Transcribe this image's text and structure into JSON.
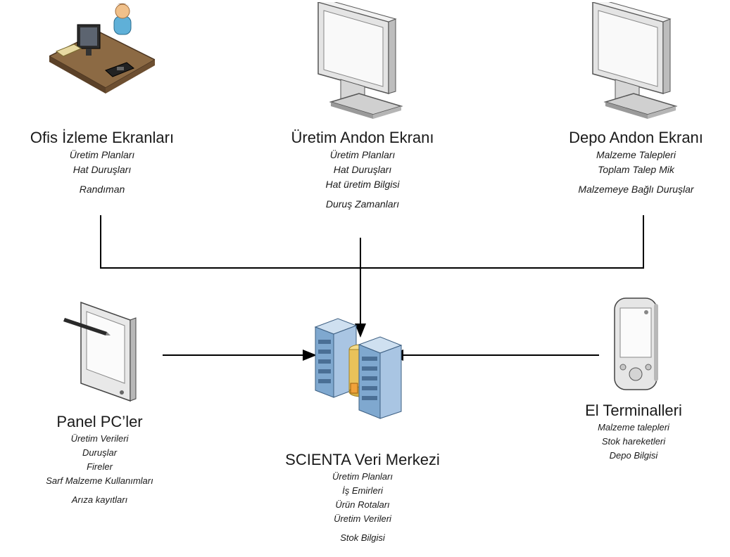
{
  "nodes": {
    "office": {
      "title": "Ofis İzleme Ekranları",
      "items": [
        "Üretim Planları",
        "Hat Duruşları",
        "Randıman"
      ]
    },
    "production_andon": {
      "title": "Üretim Andon Ekranı",
      "items": [
        "Üretim Planları",
        "Hat Duruşları",
        "Hat üretim Bilgisi",
        "Duruş Zamanları"
      ]
    },
    "warehouse_andon": {
      "title": "Depo Andon Ekranı",
      "items": [
        "Malzeme Talepleri",
        "Toplam Talep Mik",
        "Malzemeye Bağlı Duruşlar"
      ]
    },
    "panel_pc": {
      "title": "Panel PC’ler",
      "items": [
        "Üretim Verileri",
        "Duruşlar",
        "Fireler",
        "Sarf Malzeme Kullanımları",
        "Arıza kayıtları"
      ]
    },
    "data_center": {
      "title": "SCIENTA Veri Merkezi",
      "items": [
        "Üretim Planları",
        "İş Emirleri",
        "Ürün Rotaları",
        "Üretim Verileri",
        "Stok Bilgisi"
      ]
    },
    "hand_terminal": {
      "title": "El Terminalleri",
      "items": [
        "Malzeme talepleri",
        "Stok hareketleri",
        "Depo Bilgisi"
      ]
    }
  },
  "icons": {
    "office": "office-worker-desk-icon",
    "production_andon": "monitor-icon",
    "warehouse_andon": "monitor-icon",
    "panel_pc": "tablet-with-stylus-icon",
    "data_center": "server-database-icon",
    "hand_terminal": "pda-icon"
  },
  "colors": {
    "line": "#000000",
    "server_blue": "#7fa8cf",
    "database_gold": "#e9c25a"
  }
}
